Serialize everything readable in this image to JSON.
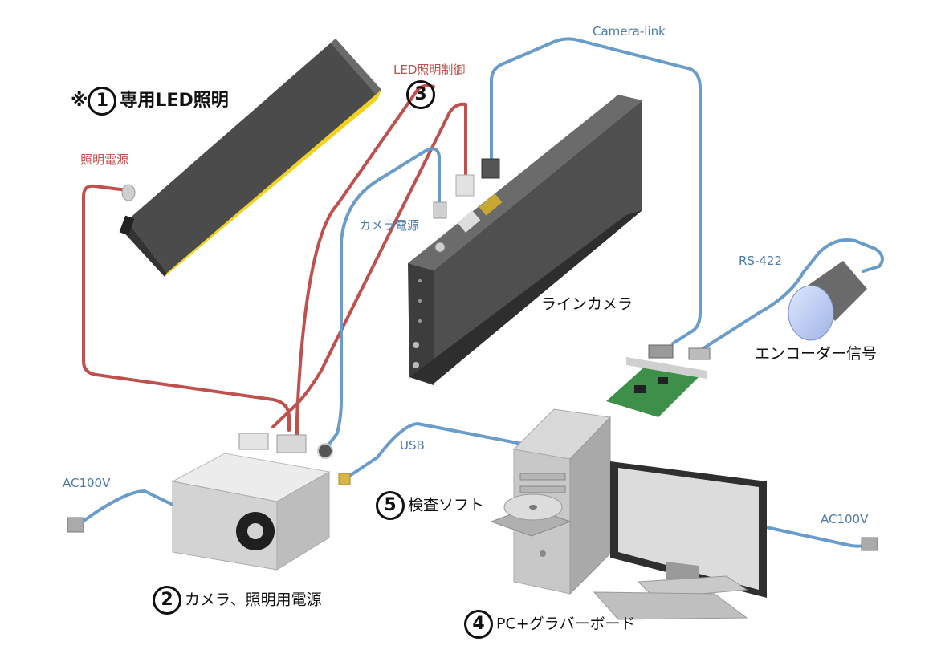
{
  "labels": {
    "led_light": {
      "mark": "※",
      "num": "1",
      "text": "専用LED照明"
    },
    "power_unit": {
      "num": "2",
      "text": "カメラ、照明用電源"
    },
    "led_control_num": "3",
    "pc": {
      "num": "4",
      "text": "PC+グラバーボード"
    },
    "software": {
      "num": "5",
      "text": "検査ソフト"
    },
    "line_camera": "ラインカメラ",
    "encoder": "エンコーダー信号"
  },
  "cables": {
    "camera_link": "Camera-link",
    "led_control": "LED照明制御",
    "light_power": "照明電源",
    "camera_power": "カメラ電源",
    "rs422": "RS-422",
    "usb": "USB",
    "ac_left": "AC100V",
    "ac_right": "AC100V"
  },
  "colors": {
    "red_cable": "#c0504d",
    "blue_cable": "#6a9cc9",
    "device_dark": "#4a4a4a",
    "device_light": "#d6d6d6",
    "led_strip": "#f2d21b",
    "board_green": "#3e8f4a"
  }
}
